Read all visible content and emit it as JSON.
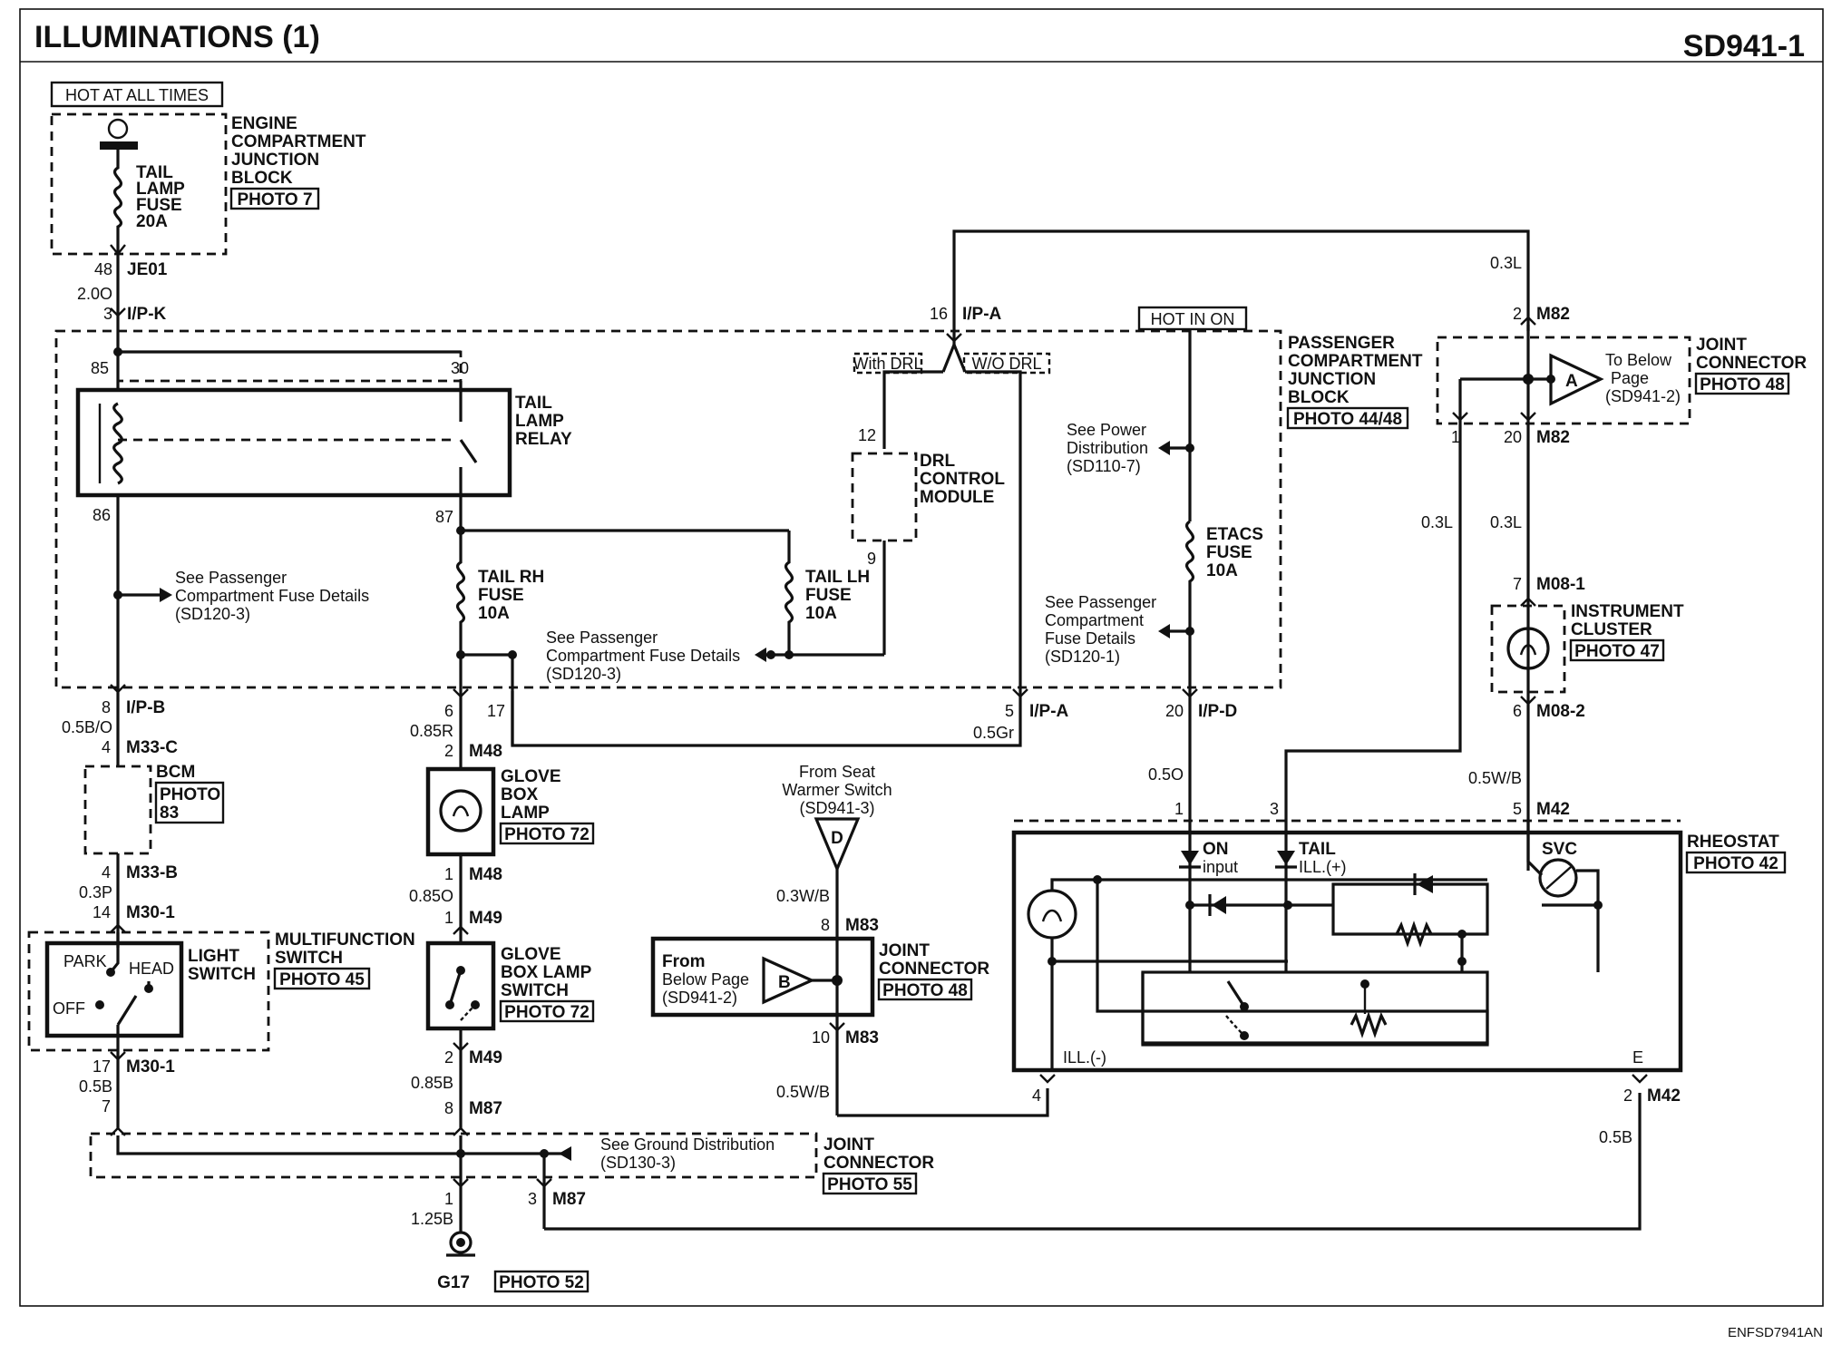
{
  "header": {
    "title": "ILLUMINATIONS (1)",
    "code": "SD941-1"
  },
  "footer_code": "ENFSD7941AN",
  "engine_block": {
    "hot_label": "HOT AT ALL TIMES",
    "name_lines": [
      "ENGINE",
      "COMPARTMENT",
      "JUNCTION",
      "BLOCK"
    ],
    "photo": "PHOTO 7",
    "fuse_lines": [
      "TAIL",
      "LAMP",
      "FUSE",
      "20A"
    ]
  },
  "passenger_block": {
    "name_lines": [
      "PASSENGER",
      "COMPARTMENT",
      "JUNCTION",
      "BLOCK"
    ],
    "photo": "PHOTO 44/48",
    "hot_in_on": "HOT IN ON",
    "with_drl": "With DRL",
    "wo_drl": "W/O DRL",
    "see_power_lines": [
      "See Power",
      "Distribution",
      "(SD110-7)"
    ],
    "etacs_fuse_lines": [
      "ETACS",
      "FUSE",
      "10A"
    ],
    "see_pcfd_right_lines": [
      "See Passenger",
      "Compartment",
      "Fuse Details",
      "(SD120-1)"
    ],
    "see_pcfd_left_lines": [
      "See Passenger",
      "Compartment Fuse Details",
      "(SD120-3)"
    ],
    "see_pcfd_mid_lines": [
      "See Passenger",
      "Compartment Fuse Details",
      "(SD120-3)"
    ],
    "tail_rh_fuse_lines": [
      "TAIL RH",
      "FUSE",
      "10A"
    ],
    "tail_lh_fuse_lines": [
      "TAIL LH",
      "FUSE",
      "10A"
    ],
    "relay_lines": [
      "TAIL",
      "LAMP",
      "RELAY"
    ],
    "drl_lines": [
      "DRL",
      "CONTROL",
      "MODULE"
    ]
  },
  "joint_connector_top": {
    "name_lines": [
      "JOINT",
      "CONNECTOR"
    ],
    "photo": "PHOTO 48",
    "to_below_lines": [
      "To Below",
      "Page",
      "(SD941-2)"
    ],
    "ref_letter": "A"
  },
  "instrument_cluster": {
    "name_lines": [
      "INSTRUMENT",
      "CLUSTER"
    ],
    "photo": "PHOTO 47"
  },
  "bcm": {
    "name": "BCM",
    "photo_lines": [
      "PHOTO",
      "83"
    ]
  },
  "multifunction": {
    "switch_lines": [
      "LIGHT",
      "SWITCH"
    ],
    "name_lines": [
      "MULTIFUNCTION",
      "SWITCH"
    ],
    "photo": "PHOTO 45",
    "positions": [
      "PARK",
      "HEAD",
      "OFF"
    ]
  },
  "glove_box_lamp": {
    "name_lines": [
      "GLOVE",
      "BOX",
      "LAMP"
    ],
    "photo": "PHOTO 72"
  },
  "glove_box_switch": {
    "name_lines": [
      "GLOVE",
      "BOX LAMP",
      "SWITCH"
    ],
    "photo": "PHOTO 72"
  },
  "joint_connector_mid": {
    "name_lines": [
      "JOINT",
      "CONNECTOR"
    ],
    "photo": "PHOTO 48",
    "from_below_lines": [
      "From",
      "Below Page",
      "(SD941-2)"
    ],
    "ref_letter": "B",
    "from_seat_lines": [
      "From Seat",
      "Warmer Switch",
      "(SD941-3)"
    ],
    "seat_letter": "D"
  },
  "joint_connector_bottom": {
    "name_lines": [
      "JOINT",
      "CONNECTOR"
    ],
    "photo": "PHOTO 55",
    "see_ground_lines": [
      "See Ground Distribution",
      "(SD130-3)"
    ]
  },
  "ground": {
    "name": "G17",
    "photo": "PHOTO 52"
  },
  "rheostat": {
    "name": "RHEOSTAT",
    "photo": "PHOTO 42",
    "on_input_lines": [
      "ON",
      "input"
    ],
    "tail_ill_lines": [
      "TAIL",
      "ILL.(+)"
    ],
    "svc": "SVC",
    "ill_minus": "ILL.(-)",
    "e": "E"
  },
  "wire_labels": {
    "l48": "48",
    "je01": "JE01",
    "w20o": "2.0O",
    "l3": "3",
    "ipk": "I/P-K",
    "l85": "85",
    "l30": "30",
    "l86": "86",
    "l87": "87",
    "l16": "16",
    "ipa_top": "I/P-A",
    "l12": "12",
    "l9": "9",
    "l8": "8",
    "ipb": "I/P-B",
    "w05bo": "0.5B/O",
    "l4a": "4",
    "m33c": "M33-C",
    "l4b": "4",
    "m33b": "M33-B",
    "w03p": "0.3P",
    "l14": "14",
    "m301a": "M30-1",
    "l17": "17",
    "m301b": "M30-1",
    "w05b": "0.5B",
    "l7": "7",
    "l6": "6",
    "w085r": "0.85R",
    "l2a": "2",
    "m48a": "M48",
    "l1a": "1",
    "m48b": "M48",
    "w085o": "0.85O",
    "l1b": "1",
    "m49a": "M49",
    "l2b": "2",
    "m49b": "M49",
    "w085b": "0.85B",
    "l8b": "8",
    "m87a": "M87",
    "l1c": "1",
    "w125b": "1.25B",
    "l3b": "3",
    "m87b": "M87",
    "l17b": "17",
    "l5": "5",
    "ipa_bot": "I/P-A",
    "w05gr": "0.5Gr",
    "l20": "20",
    "ipd": "I/P-D",
    "w05o": "0.5O",
    "l1r": "1",
    "l3r": "3",
    "l5r": "5",
    "m42a": "M42",
    "w03l_top": "0.3L",
    "l2m": "2",
    "m82a": "M82",
    "l1m": "1",
    "l20m": "20",
    "m82b": "M82",
    "w03l_a": "0.3L",
    "w03l_b": "0.3L",
    "l7m": "7",
    "m081": "M08-1",
    "l6m": "6",
    "m082": "M08-2",
    "w05wb_a": "0.5W/B",
    "w03wb": "0.3W/B",
    "l8c": "8",
    "m83a": "M83",
    "l10": "10",
    "m83b": "M83",
    "w05wb_b": "0.5W/B",
    "l4r": "4",
    "l2r": "2",
    "m42b": "M42",
    "w05b_r": "0.5B"
  }
}
